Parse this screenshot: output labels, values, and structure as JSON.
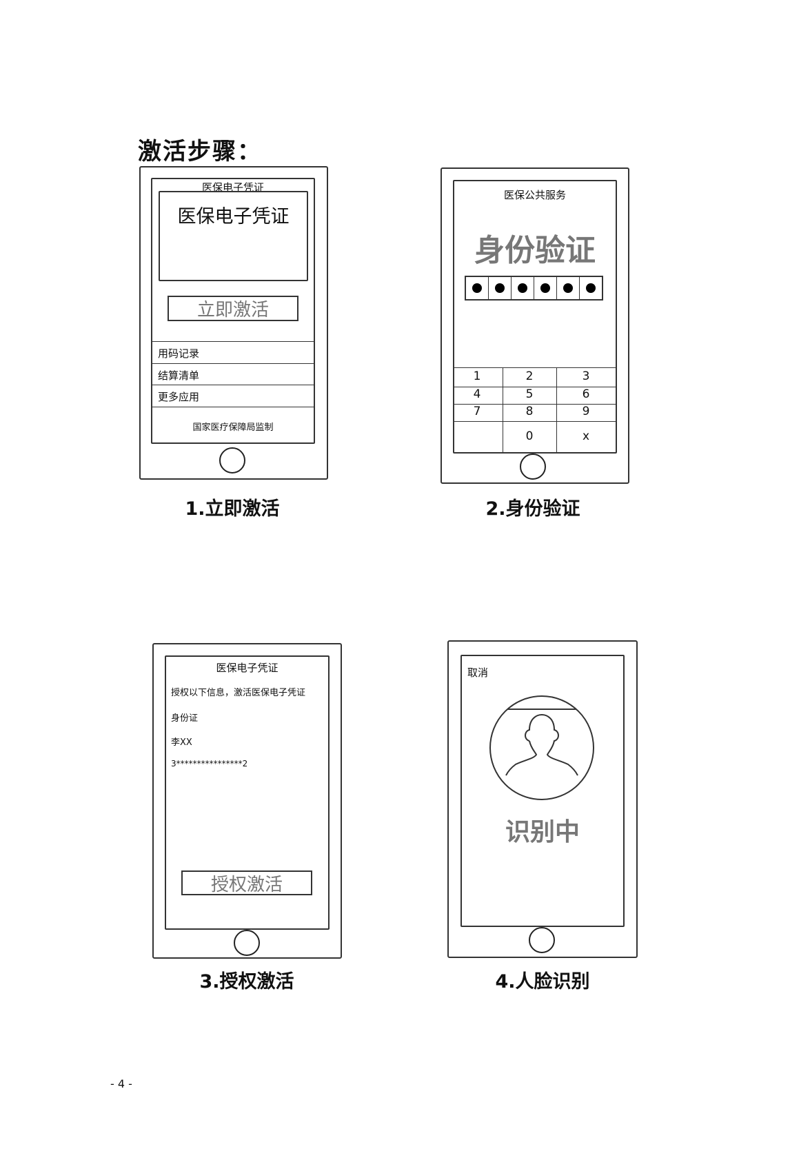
{
  "title": "激活步骤：",
  "step1": {
    "header": "医保电子凭证",
    "card_title": "医保电子凭证",
    "activate_button": "立即激活",
    "menu": [
      "用码记录",
      "结算清单",
      "更多应用"
    ],
    "footer": "国家医疗保障局监制",
    "caption": "1.立即激活"
  },
  "step2": {
    "header": "医保公共服务",
    "heading": "身份验证",
    "pin_digits_filled": 6,
    "keys": [
      "1",
      "2",
      "3",
      "4",
      "5",
      "6",
      "7",
      "8",
      "9",
      "",
      "0",
      "x"
    ],
    "caption": "2.身份验证"
  },
  "step3": {
    "header": "医保电子凭证",
    "prompt": "授权以下信息，激活医保电子凭证",
    "id_type": "身份证",
    "name": "李XX",
    "id_number": "3****************2",
    "authorize_button": "授权激活",
    "caption": "3.授权激活"
  },
  "step4": {
    "cancel": "取消",
    "status": "识别中",
    "caption": "4.人脸识别"
  },
  "page_number": "- 4 -"
}
